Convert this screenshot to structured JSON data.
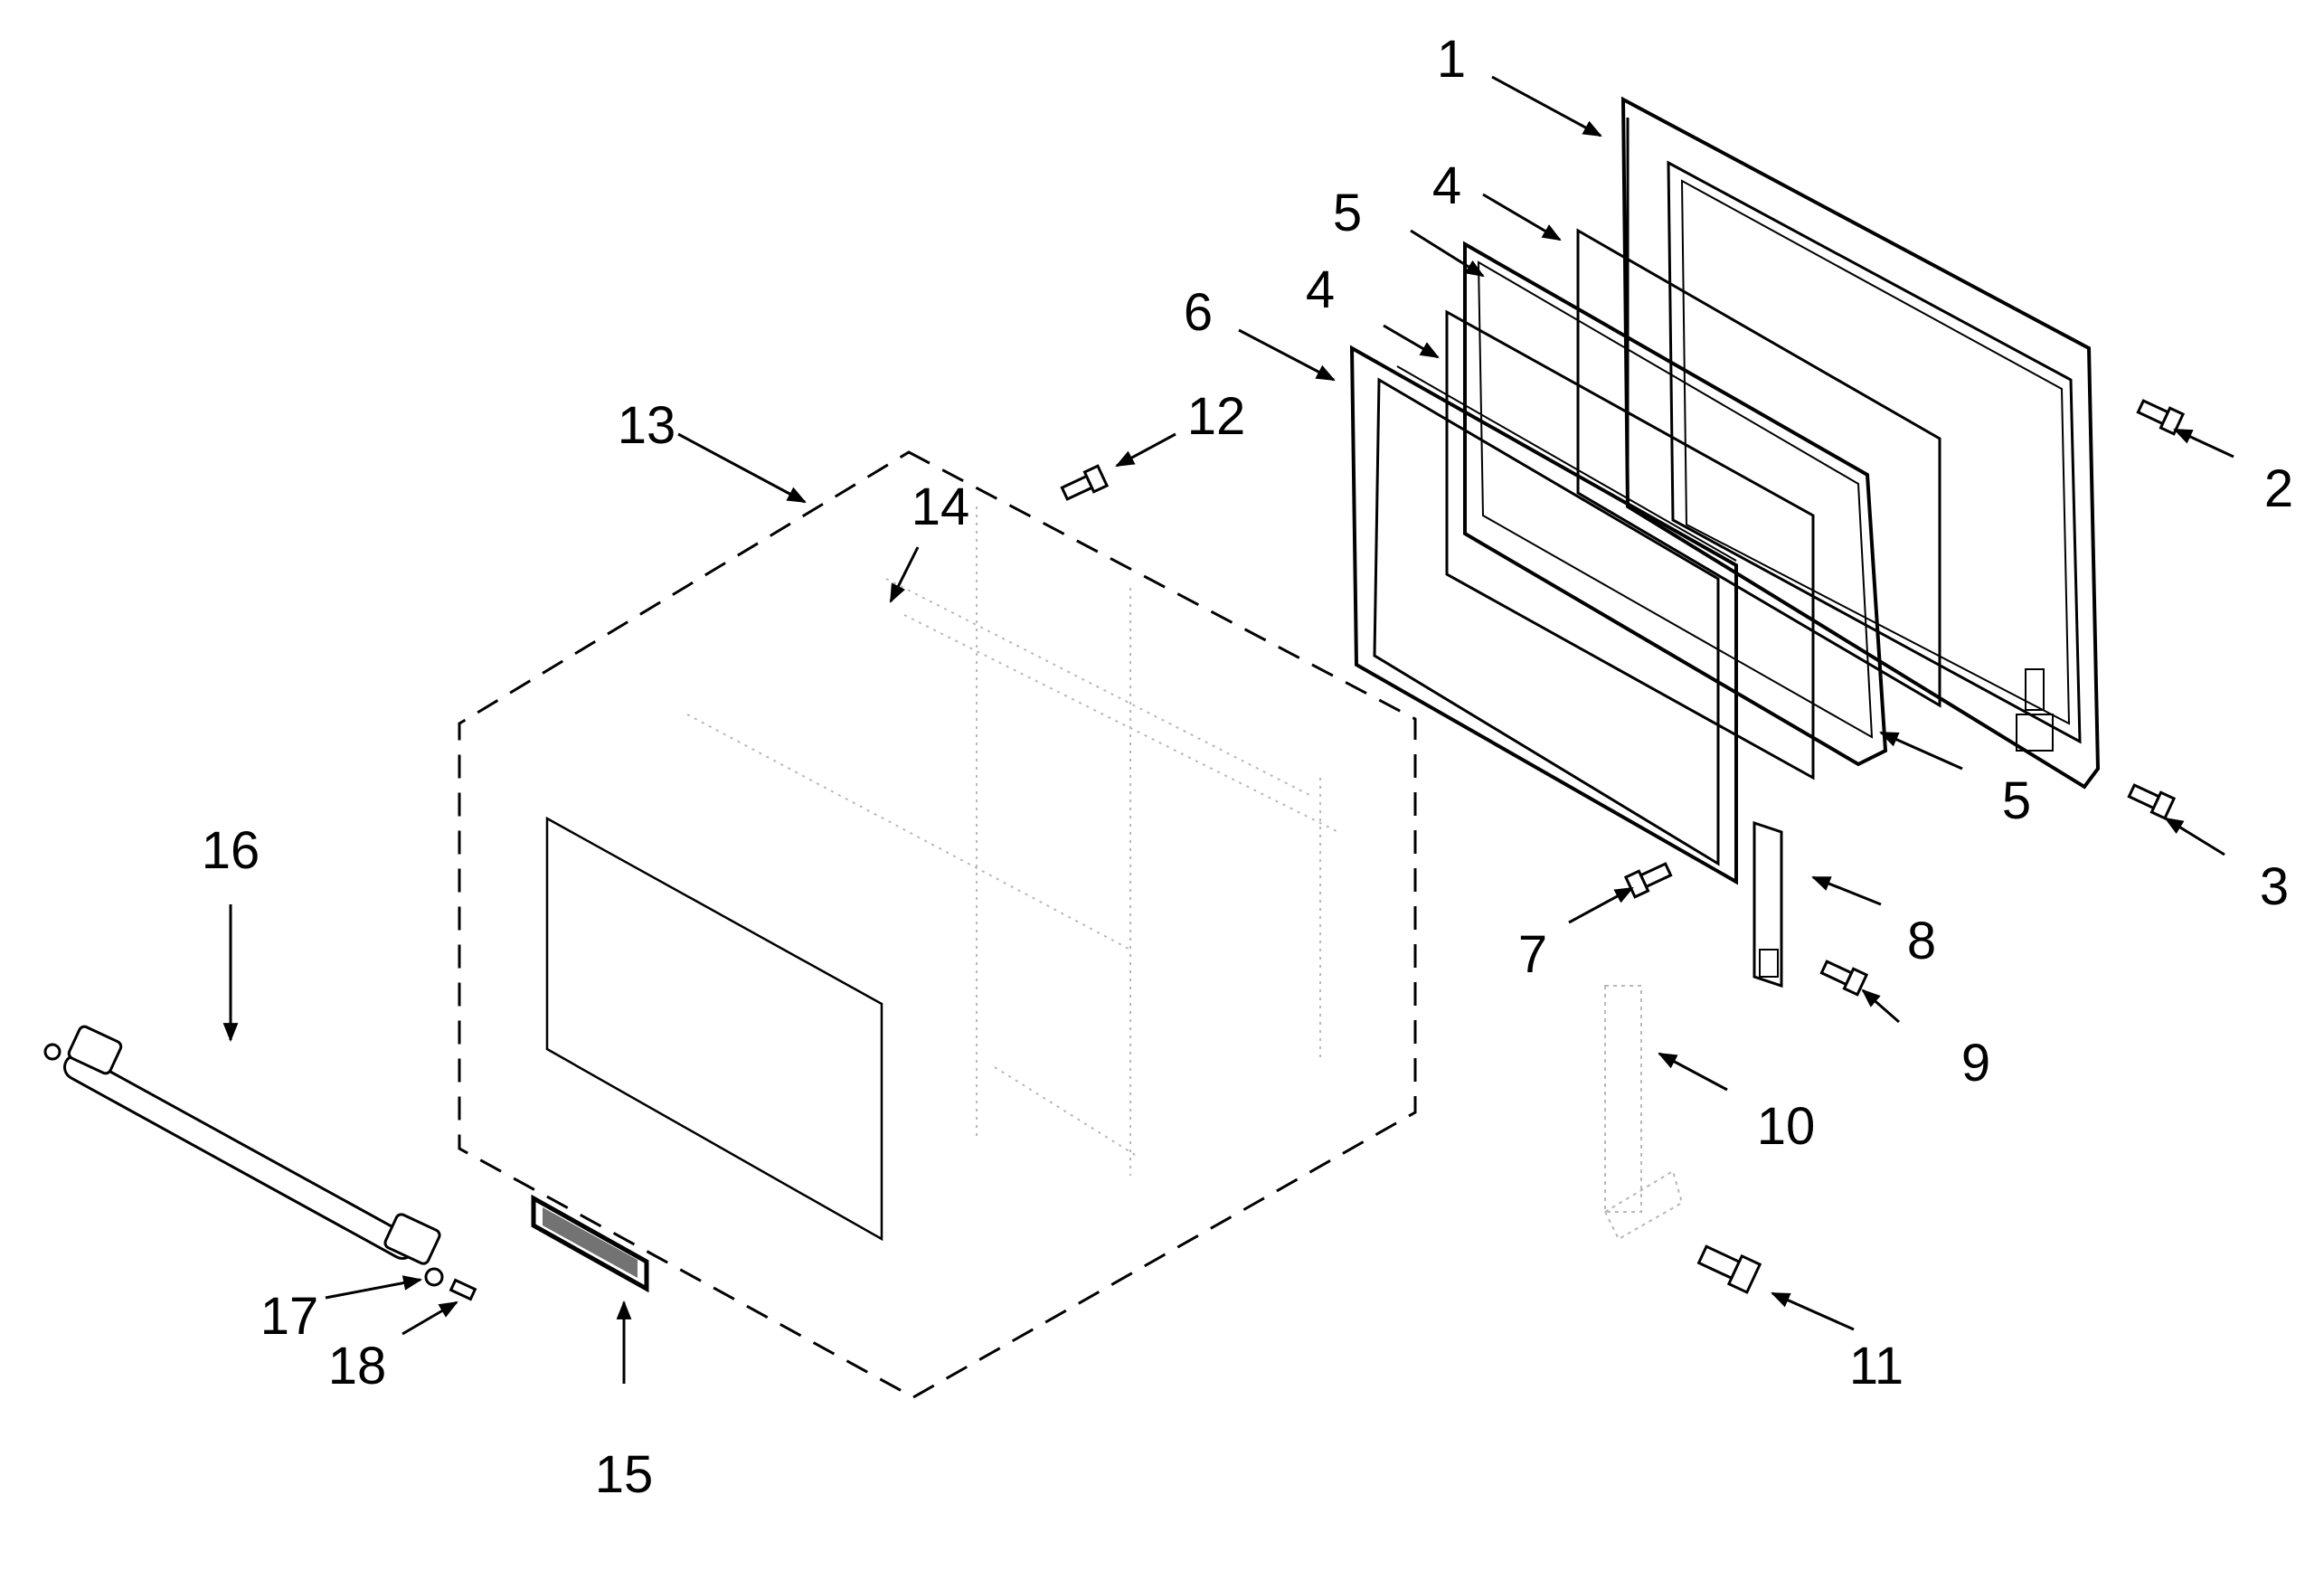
{
  "diagram": {
    "callouts": [
      "1",
      "2",
      "3",
      "4",
      "4",
      "5",
      "5",
      "6",
      "7",
      "8",
      "9",
      "10",
      "11",
      "12",
      "13",
      "14",
      "15",
      "16",
      "17",
      "18"
    ]
  }
}
